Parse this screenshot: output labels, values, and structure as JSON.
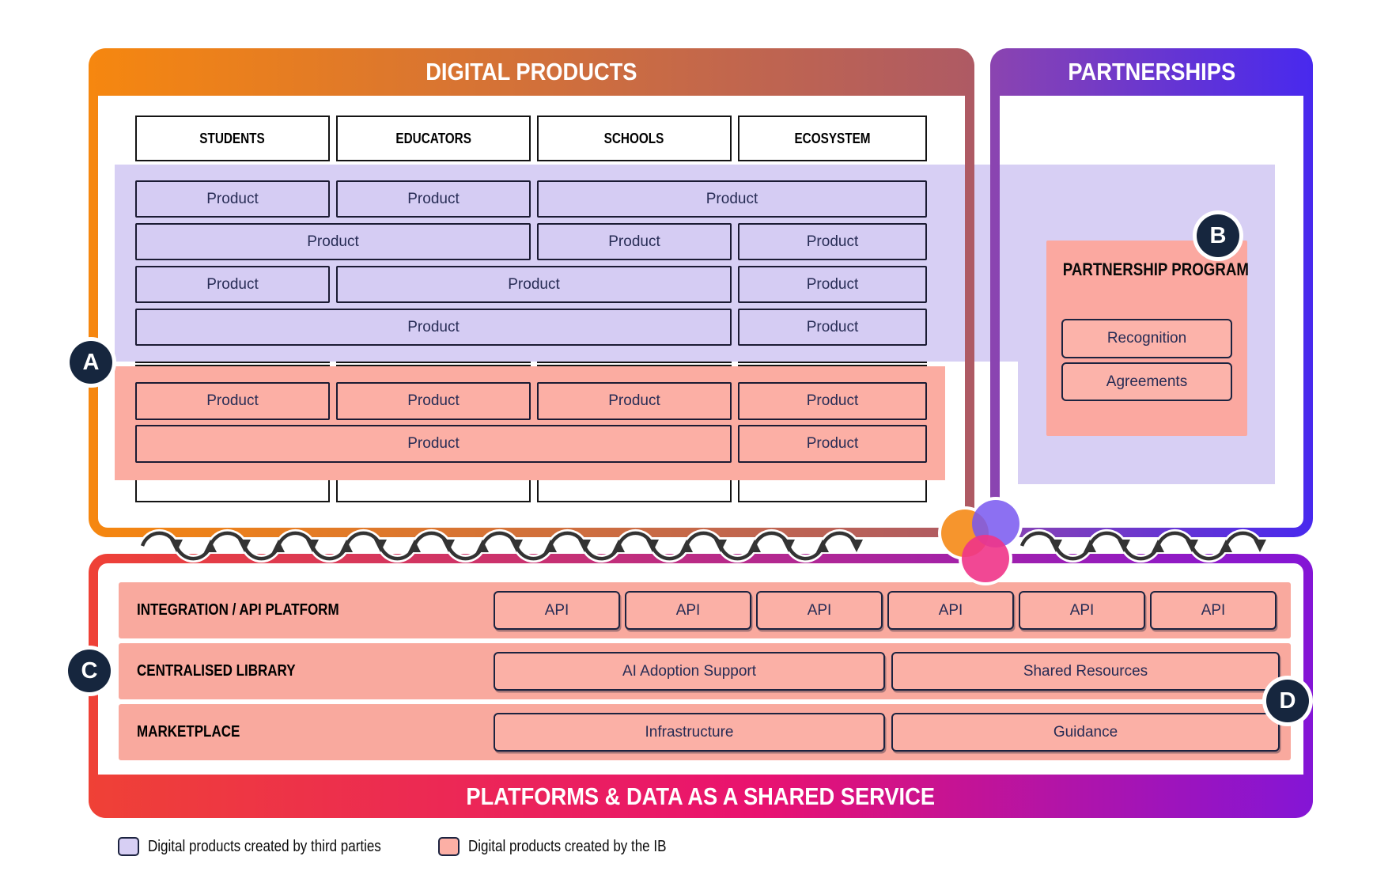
{
  "digital_products": {
    "title": "DIGITAL PRODUCTS",
    "columns": [
      "STUDENTS",
      "EDUCATORS",
      "SCHOOLS",
      "ECOSYSTEM"
    ],
    "product_label": "Product",
    "third_party_rows": [
      [
        [
          0,
          0
        ],
        [
          1,
          1
        ],
        [
          2,
          3
        ]
      ],
      [
        [
          0,
          1
        ],
        [
          2,
          2
        ],
        [
          3,
          3
        ]
      ],
      [
        [
          0,
          0
        ],
        [
          1,
          2
        ],
        [
          3,
          3
        ]
      ],
      [
        [
          0,
          2
        ],
        [
          3,
          3
        ]
      ]
    ],
    "ib_rows": [
      [
        [
          0,
          0
        ],
        [
          1,
          1
        ],
        [
          2,
          2
        ],
        [
          3,
          3
        ]
      ],
      [
        [
          0,
          2
        ],
        [
          3,
          3
        ]
      ]
    ]
  },
  "partnerships": {
    "title": "PARTNERSHIPS",
    "program": {
      "title": "PARTNERSHIP PROGRAM",
      "items": [
        "Recognition",
        "Agreements"
      ]
    }
  },
  "platforms": {
    "title": "PLATFORMS & DATA AS A SHARED SERVICE",
    "rows": [
      {
        "label": "INTEGRATION / API PLATFORM",
        "boxes": [
          "API",
          "API",
          "API",
          "API",
          "API",
          "API"
        ]
      },
      {
        "label": "CENTRALISED LIBRARY",
        "boxes": [
          "AI Adoption Support",
          "Shared Resources"
        ]
      },
      {
        "label": "MARKETPLACE",
        "boxes": [
          "Infrastructure",
          "Guidance"
        ]
      }
    ]
  },
  "badges": [
    {
      "label": "A"
    },
    {
      "label": "B"
    },
    {
      "label": "C"
    },
    {
      "label": "D"
    }
  ],
  "legend": [
    {
      "label": "Digital products created by third parties",
      "color": "#D7CFF4"
    },
    {
      "label": "Digital products created by the IB",
      "color": "#FCAFA5"
    }
  ],
  "colors": {
    "digital_band_start": "#F6870F",
    "digital_band_end": "#AE5A64",
    "partnerships_band_start": "#8B44B0",
    "partnerships_band_end": "#4829EE",
    "platforms_band_start": "#EF4136",
    "platforms_band_mid": "#E91270",
    "platforms_band_end": "#8415D6",
    "third_party_fill": "#D7CFF4",
    "ib_fill": "#FBACA1",
    "badge_bg": "#16263E",
    "venn_orange": "#F6952D",
    "venn_violet": "#7857F0",
    "venn_magenta": "#EF3488"
  }
}
